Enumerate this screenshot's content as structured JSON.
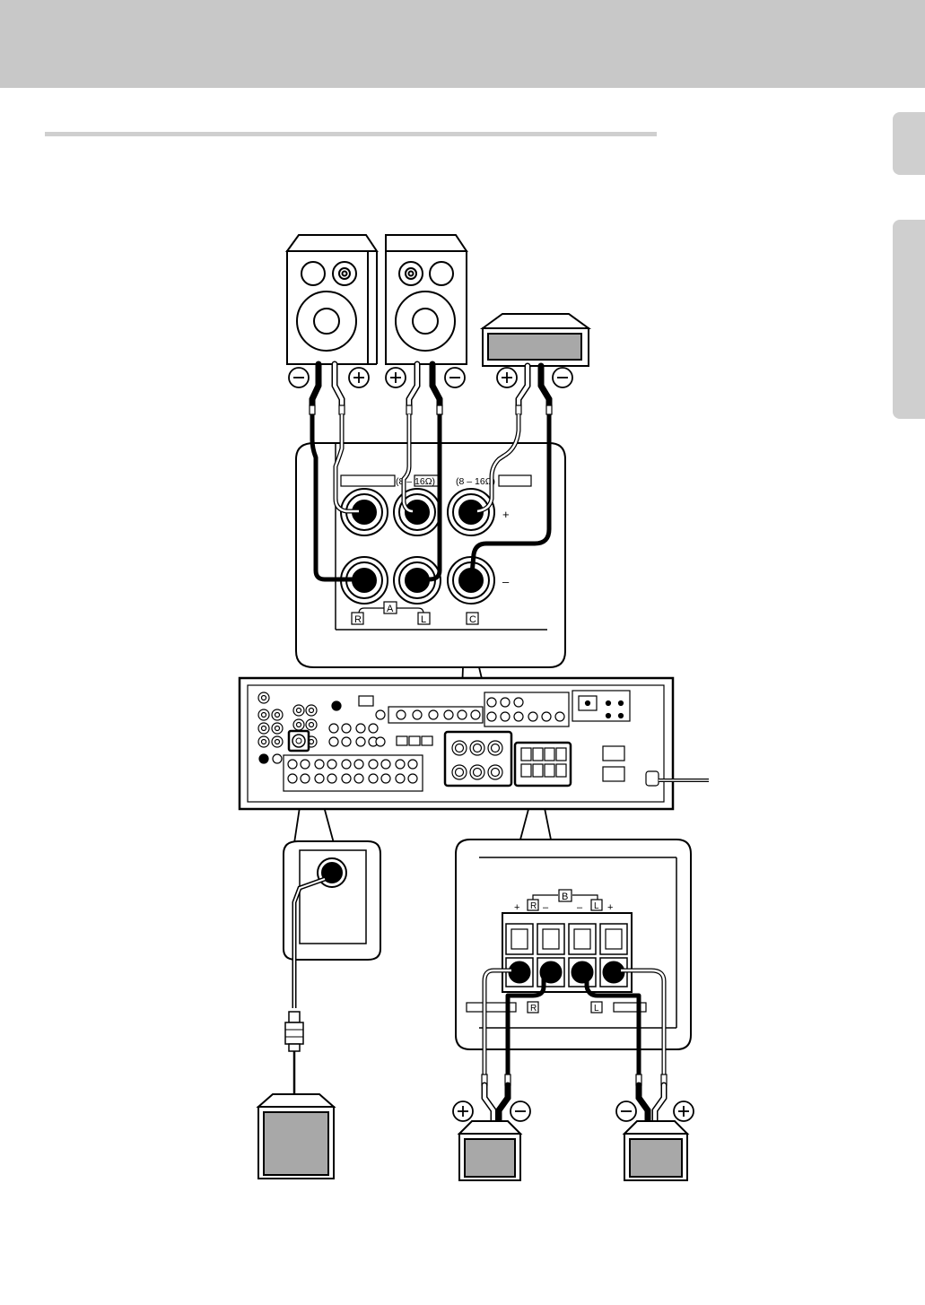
{
  "terminals": {
    "impedance_front": "(8 – 16Ω)",
    "impedance_center": "(8 – 16Ω)",
    "plus_sign": "+",
    "minus_sign": "–",
    "group_front": "A",
    "group_surround": "B",
    "label_r": "R",
    "label_l": "L",
    "label_c": "C"
  },
  "colors": {
    "band": "#c8c8c8",
    "tab": "#cfcfcf",
    "device_fill": "#a8a8a8",
    "line": "#000000"
  }
}
